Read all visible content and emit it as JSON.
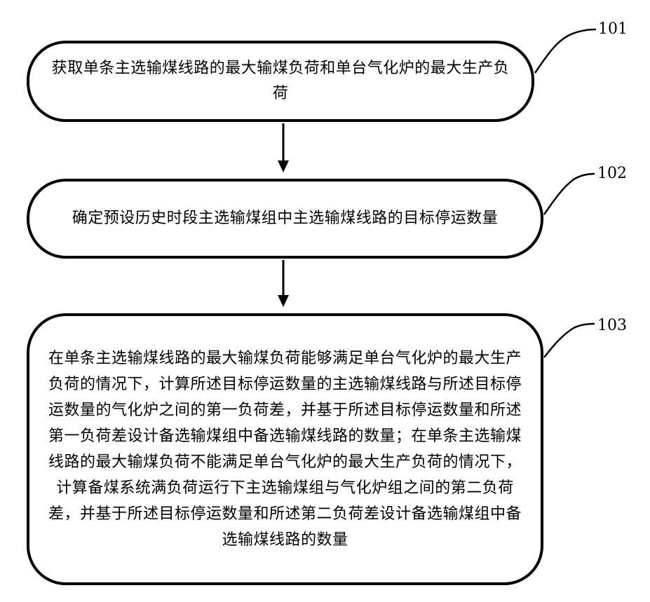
{
  "steps": [
    {
      "id": "101",
      "text": "获取单条主选输煤线路的最大输煤负荷和单台气化炉的最大生产负荷"
    },
    {
      "id": "102",
      "text": "确定预设历史时段主选输煤组中主选输煤线路的目标停运数量"
    },
    {
      "id": "103",
      "text": "在单条主选输煤线路的最大输煤负荷能够满足单台气化炉的最大生产负荷的情况下，计算所述目标停运数量的主选输煤线路与所述目标停运数量的气化炉之间的第一负荷差，并基于所述目标停运数量和所述第一负荷差设计备选输煤组中备选输煤线路的数量；在单条主选输煤线路的最大输煤负荷不能满足单台气化炉的最大生产负荷的情况下，计算备煤系统满负荷运行下主选输煤组与气化炉组之间的第二负荷差，并基于所述目标停运数量和所述第二负荷差设计备选输煤组中备选输煤线路的数量"
    }
  ]
}
